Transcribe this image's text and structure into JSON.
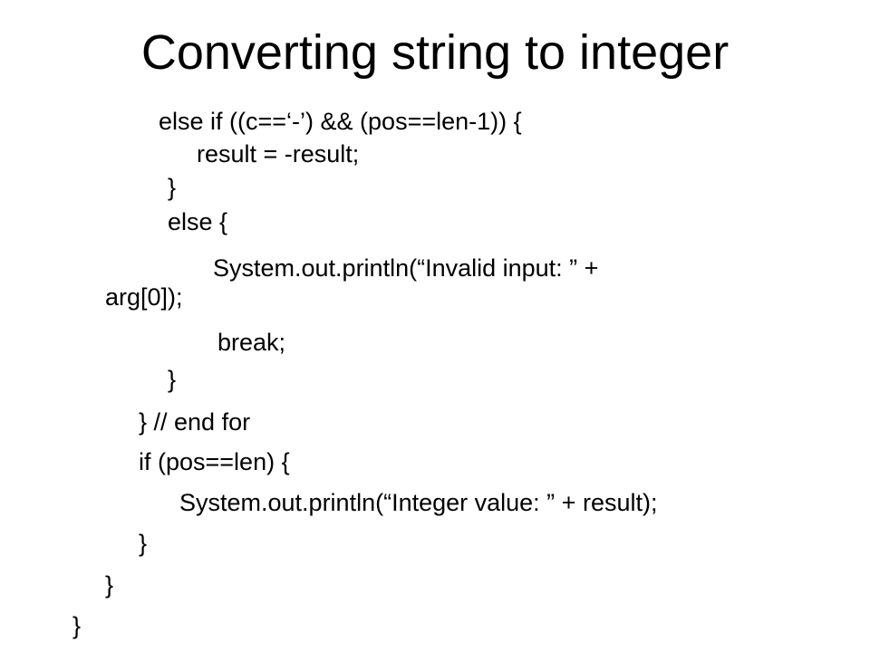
{
  "slide": {
    "title": "Converting string to integer",
    "lines": [
      "else if ((c==‘-’) && (pos==len-1)) {",
      "result = -result;",
      "}",
      "else {",
      "System.out.println(“Invalid  input: ” +",
      "arg[0]);",
      "break;",
      "}",
      "}  // end for",
      "if (pos==len) {",
      "System.out.println(“Integer  value: ” + result);",
      "}",
      "}",
      "}"
    ]
  }
}
